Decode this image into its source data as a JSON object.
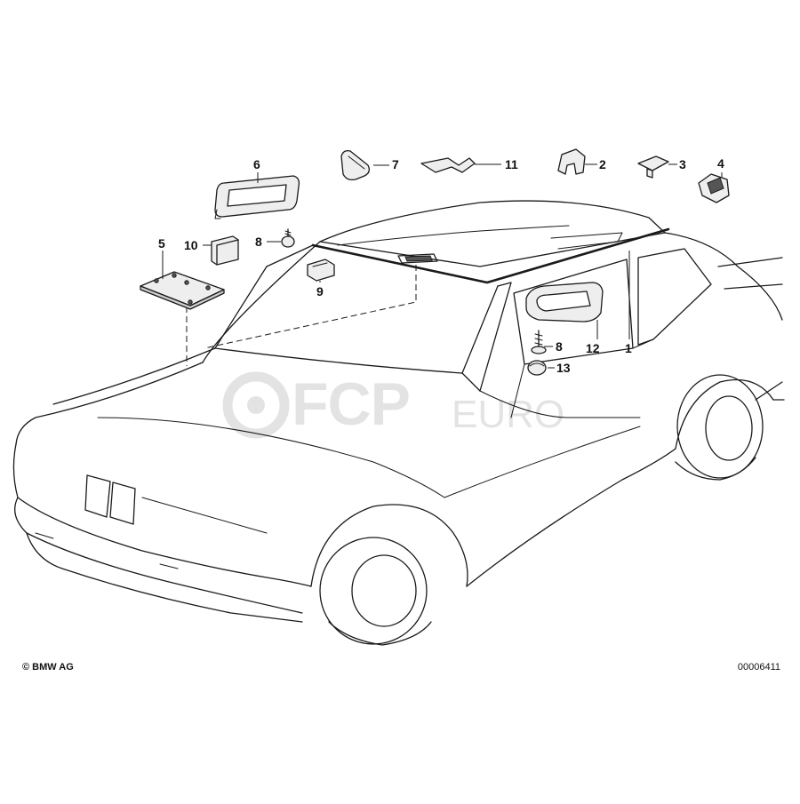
{
  "callouts": [
    {
      "id": "1",
      "label": "1"
    },
    {
      "id": "2",
      "label": "2"
    },
    {
      "id": "3",
      "label": "3"
    },
    {
      "id": "4",
      "label": "4"
    },
    {
      "id": "5",
      "label": "5"
    },
    {
      "id": "6",
      "label": "6"
    },
    {
      "id": "7",
      "label": "7"
    },
    {
      "id": "8a",
      "label": "8"
    },
    {
      "id": "8b",
      "label": "8"
    },
    {
      "id": "9",
      "label": "9"
    },
    {
      "id": "10",
      "label": "10"
    },
    {
      "id": "11",
      "label": "11"
    },
    {
      "id": "12",
      "label": "12"
    },
    {
      "id": "13",
      "label": "13"
    }
  ],
  "footer": {
    "copyright": "© BMW AG",
    "diagram_number": "00006411"
  },
  "watermark": {
    "brand": "FCP",
    "suffix": "EURO"
  }
}
